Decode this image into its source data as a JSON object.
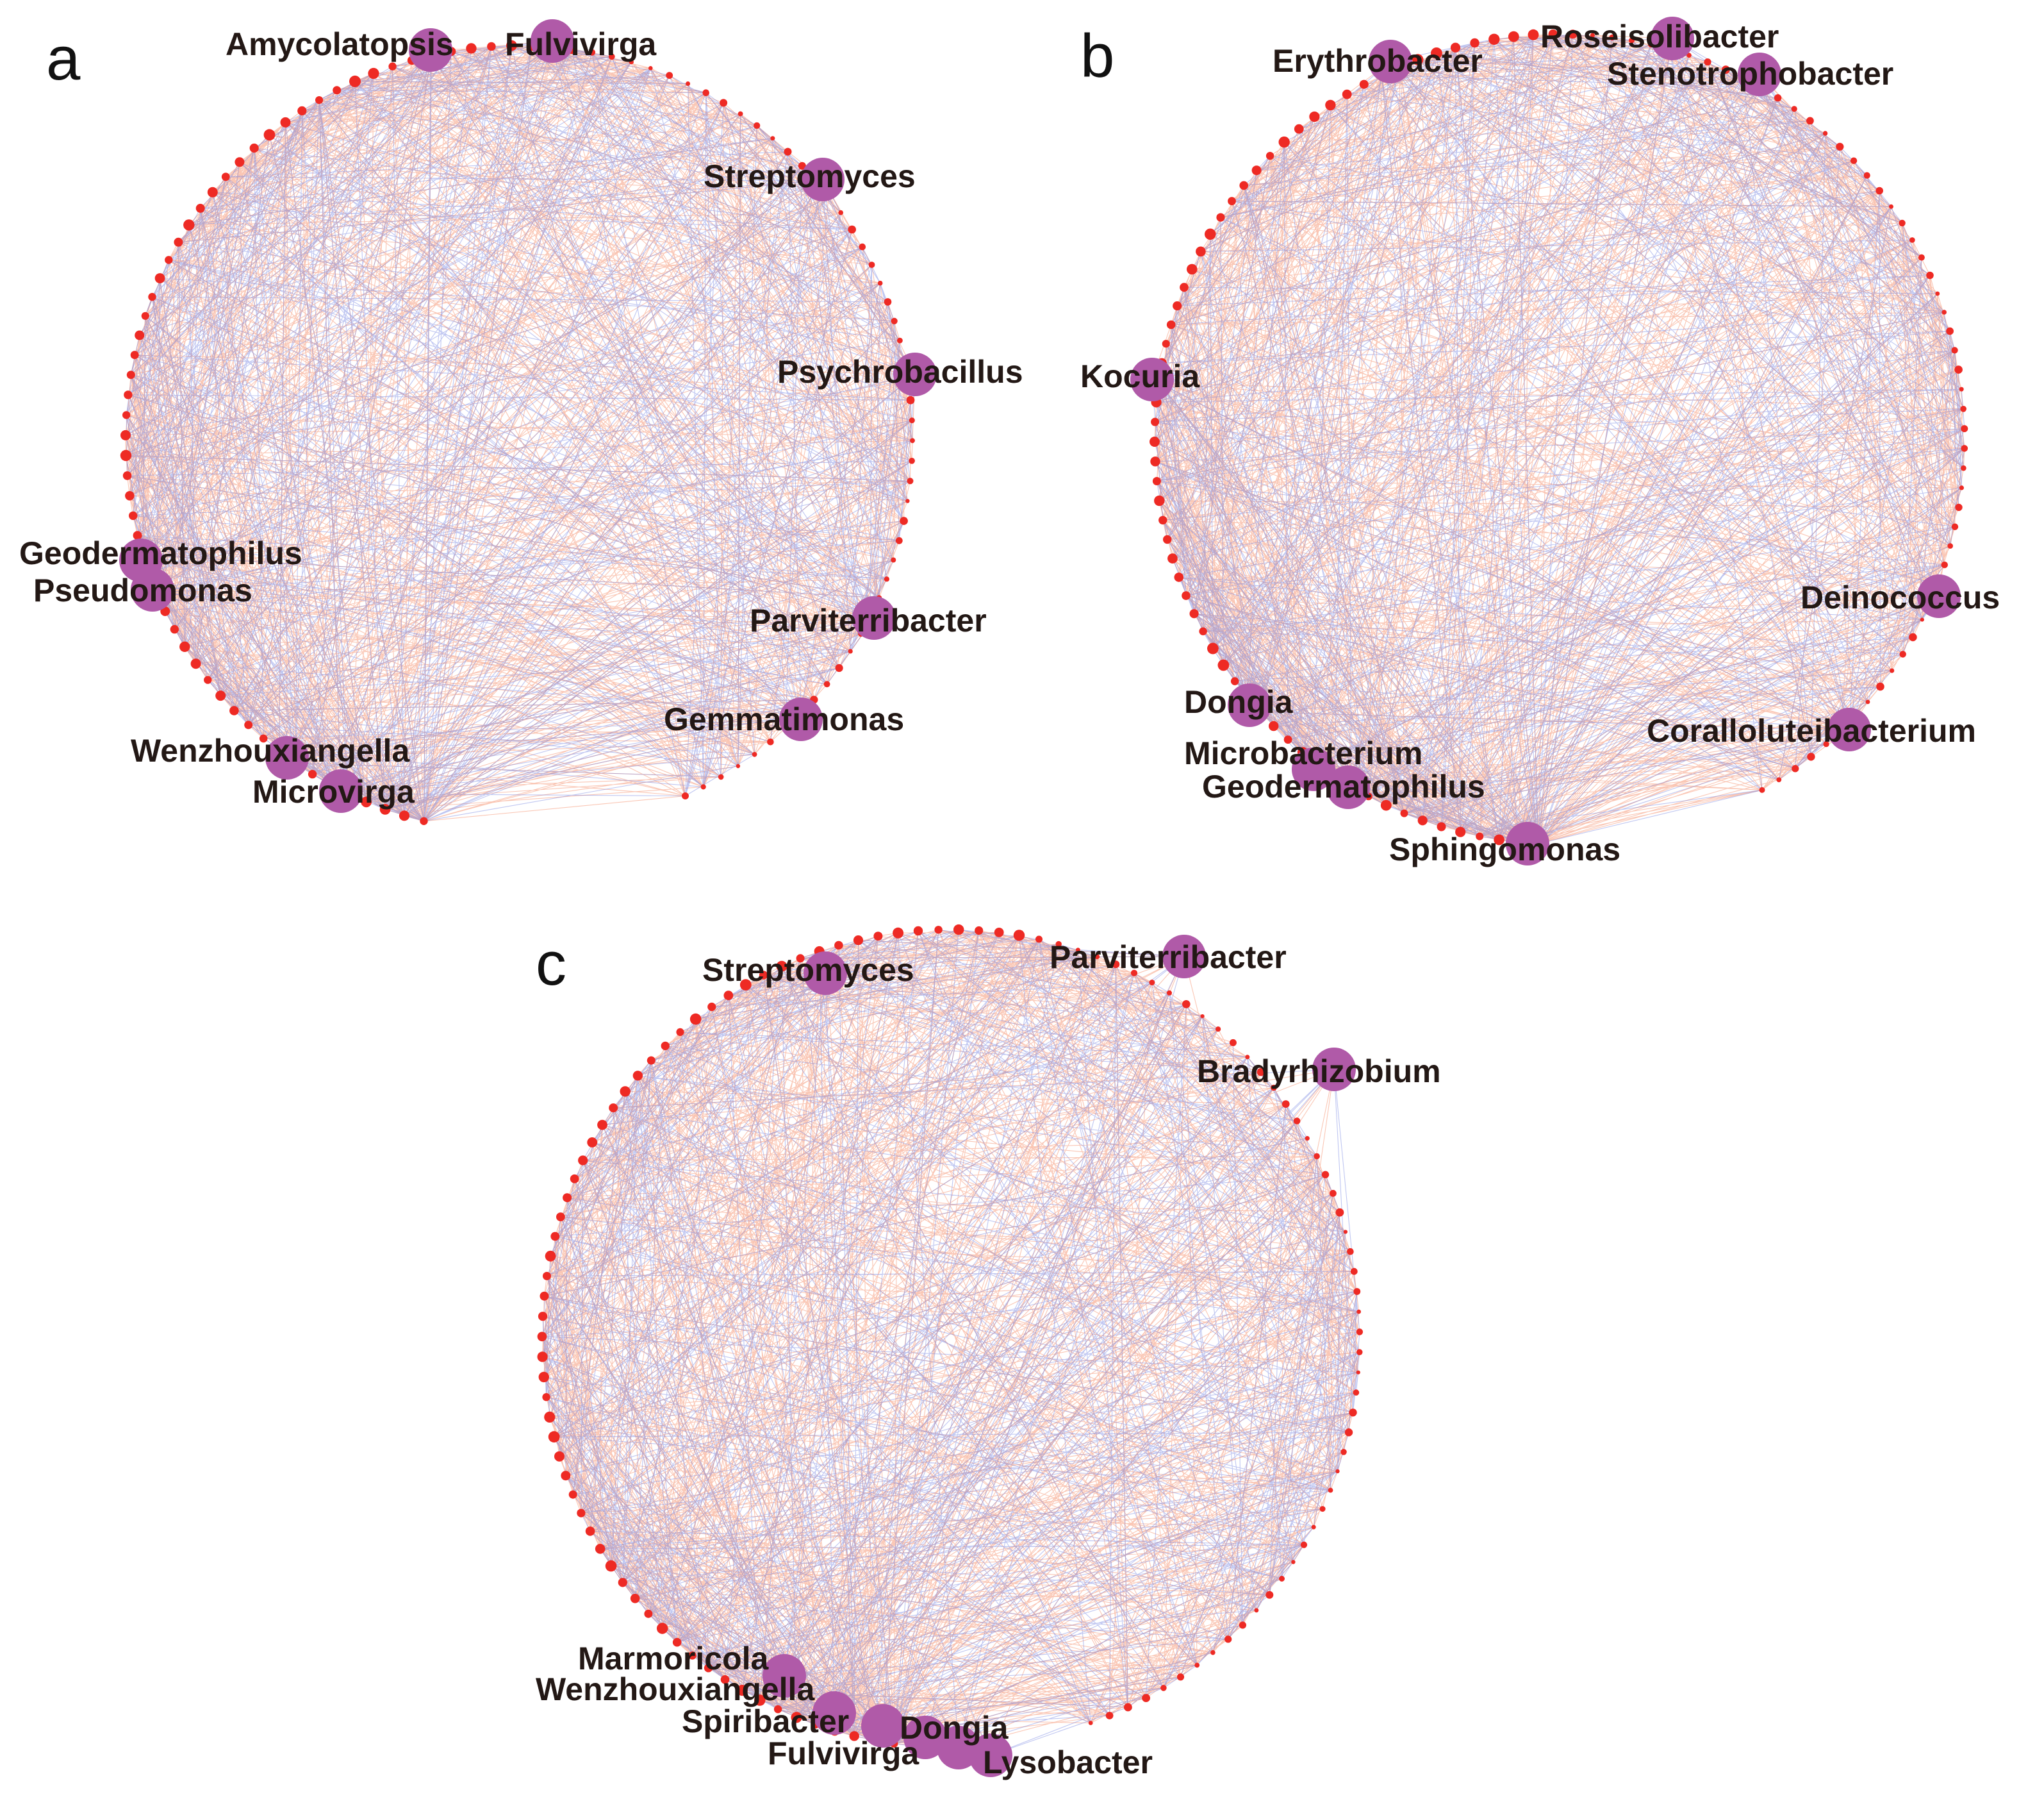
{
  "figure": {
    "panels": [
      {
        "letter": "a",
        "hubs": [
          "Amycolatopsis",
          "Fulvivirga",
          "Streptomyces",
          "Psychrobacillus",
          "Parviterribacter",
          "Gemmatimonas",
          "Geodermatophilus",
          "Pseudomonas",
          "Wenzhouxiangella",
          "Microvirga"
        ]
      },
      {
        "letter": "b",
        "hubs": [
          "Erythrobacter",
          "Roseisolibacter",
          "Stenotrophobacter",
          "Kocuria",
          "Deinococcus",
          "Dongia",
          "Coralloluteibacterium",
          "Microbacterium",
          "Geodermatophilus",
          "Sphingomonas"
        ]
      },
      {
        "letter": "c",
        "hubs": [
          "Streptomyces",
          "Parviterribacter",
          "Bradyrhizobium",
          "Marmoricola",
          "Wenzhouxiangella",
          "Spiribacter",
          "Dongia",
          "Fulvivirga",
          "Lysobacter"
        ]
      }
    ],
    "colors": {
      "hub_node": "#b05aa8",
      "small_node": "#ee2a24",
      "positive_edge": "#f4774c",
      "negative_edge": "#6677dd",
      "label_text": "#231815"
    }
  }
}
